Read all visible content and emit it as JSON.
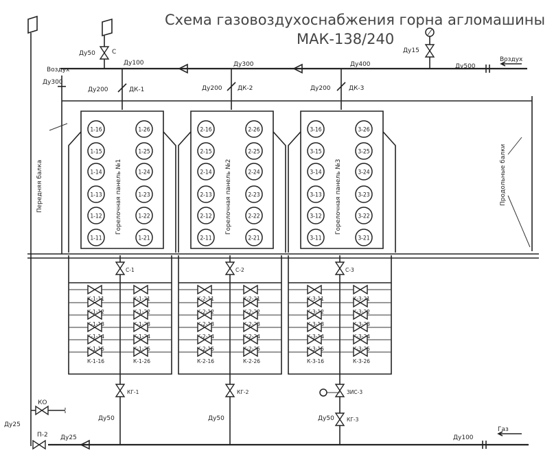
{
  "title": {
    "line1": "Схема газовоздухоснабжения горна агломашины",
    "line2": "МАК-138/240"
  },
  "pipes": {
    "air_main_labels": [
      "Ду100",
      "Ду300",
      "Ду400",
      "Ду500"
    ],
    "air_in_label": "Воздух",
    "gas_in_label": "Газ",
    "du15": "Ду15",
    "du50_top": "Ду50",
    "vozduh_left": "Воздух",
    "du300_left": "Ду300",
    "du25_left": "Ду25",
    "du25_bottom": "Ду25",
    "du100_gas": "Ду100",
    "du50_bottom": [
      "Ду50",
      "Ду50",
      "Ду50"
    ]
  },
  "dampers": [
    {
      "du": "Ду200",
      "label": "ДК-1"
    },
    {
      "du": "Ду200",
      "label": "ДК-2"
    },
    {
      "du": "Ду200",
      "label": "ДК-3"
    }
  ],
  "side_labels": {
    "front_beam": "Передняя балка",
    "side_beams": "Продольные балки"
  },
  "panels": [
    {
      "title": "Горелочная панель №1",
      "burners_left": [
        "1-16",
        "1-15",
        "1-14",
        "1-13",
        "1-12",
        "1-11"
      ],
      "burners_right": [
        "1-26",
        "1-25",
        "1-24",
        "1-23",
        "1-22",
        "1-21"
      ],
      "main_valve": "С-1",
      "valves_left": [
        "К-1-11",
        "К-1-12",
        "К-1-13",
        "К-1-14",
        "К-1-15",
        "К-1-16"
      ],
      "valves_right": [
        "К-1-21",
        "К-1-22",
        "К-1-23",
        "К-1-24",
        "К-1-25",
        "К-1-26"
      ],
      "bottom_valve": "КГ-1"
    },
    {
      "title": "Горелочная панель №2",
      "burners_left": [
        "2-16",
        "2-15",
        "2-14",
        "2-13",
        "2-12",
        "2-11"
      ],
      "burners_right": [
        "2-26",
        "2-25",
        "2-24",
        "2-23",
        "2-22",
        "2-21"
      ],
      "main_valve": "С-2",
      "valves_left": [
        "К-2-11",
        "К-2-12",
        "К-2-13",
        "К-2-14",
        "К-2-15",
        "К-2-16"
      ],
      "valves_right": [
        "К-2-21",
        "К-2-22",
        "К-2-23",
        "К-2-24",
        "К-2-25",
        "К-2-26"
      ],
      "bottom_valve": "КГ-2"
    },
    {
      "title": "Горелочная панель №3",
      "burners_left": [
        "3-16",
        "3-15",
        "3-14",
        "3-13",
        "3-12",
        "3-11"
      ],
      "burners_right": [
        "3-26",
        "3-25",
        "3-24",
        "3-23",
        "3-22",
        "3-21"
      ],
      "main_valve": "С-3",
      "valves_left": [
        "К-3-11",
        "К-3-12",
        "К-3-13",
        "К-3-14",
        "К-3-15",
        "К-3-16"
      ],
      "valves_right": [
        "К-3-21",
        "К-3-22",
        "К-3-23",
        "К-3-24",
        "К-3-25",
        "К-3-26"
      ],
      "bottom_valve": "ЗИС-3",
      "bottom_valve2": "КГ-3"
    }
  ],
  "misc_valves": {
    "top_left": "С",
    "ko": "КО",
    "p2": "П-2"
  }
}
